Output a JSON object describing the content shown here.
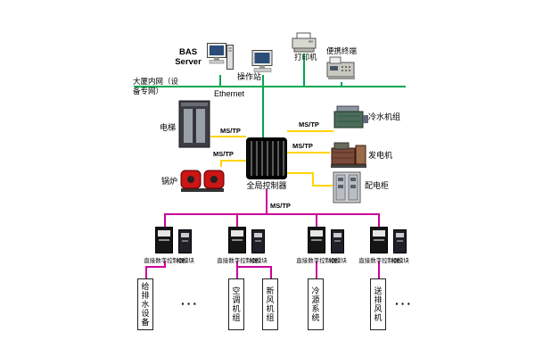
{
  "colors": {
    "ethernet_green": "#00a651",
    "mstp_yellow": "#ffd400",
    "bus_magenta": "#cc0099"
  },
  "network": {
    "intranet_label": "大厦内网（设备专网）",
    "ethernet_label": "Ethernet",
    "mstp_label": "MS/TP"
  },
  "top_devices": {
    "bas_server": "BAS Server",
    "operator_station": "操作站",
    "printer": "打印机",
    "portable_terminal": "便携终端"
  },
  "controller": {
    "label": "全局控制器"
  },
  "field_devices": {
    "elevator": "电梯",
    "boiler": "锅炉",
    "chiller": "冷水机组",
    "generator": "发电机",
    "power_cabinet": "配电柜"
  },
  "ddc_groups": [
    {
      "ddc_label": "直接数字控制器",
      "io_label": "IO模块"
    },
    {
      "ddc_label": "直接数字控制器",
      "io_label": "IO模块"
    },
    {
      "ddc_label": "直接数字控制器",
      "io_label": "IO模块"
    },
    {
      "ddc_label": "直接数字控制器",
      "io_label": "IO模块"
    }
  ],
  "zones": [
    {
      "label": "给排水设备"
    },
    {
      "label": "空调机组"
    },
    {
      "label": "新风机组"
    },
    {
      "label": "冷源系统"
    },
    {
      "label": "送排风机"
    }
  ],
  "ellipsis": "···"
}
